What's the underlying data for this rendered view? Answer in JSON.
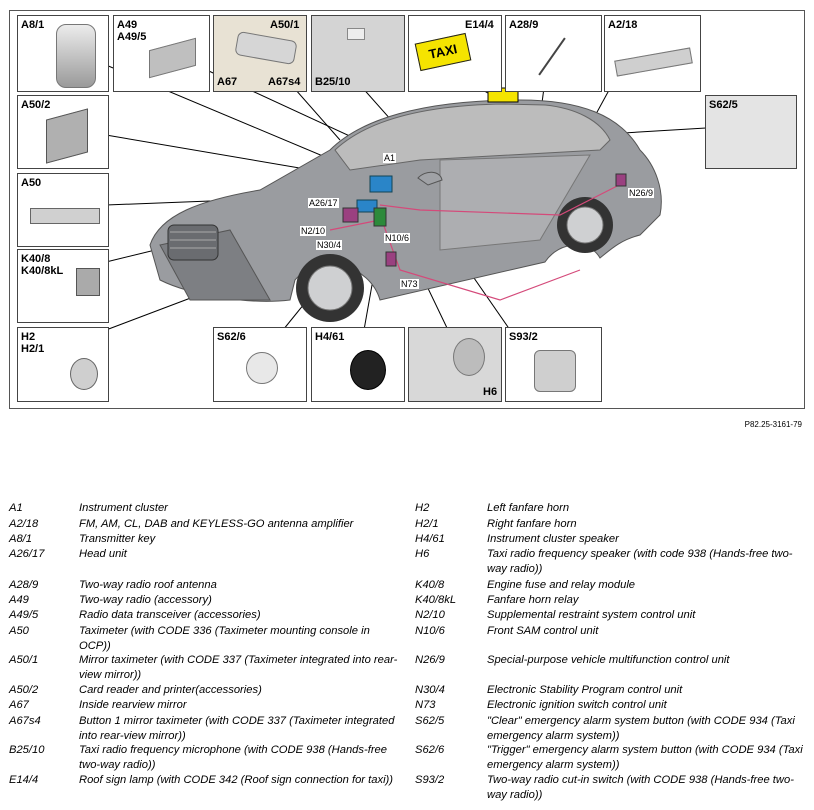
{
  "figure_id": "P82.25-3161-79",
  "box_labels": {
    "a81": "A8/1",
    "a49": "A49\nA49/5",
    "a501_top": "A50/1",
    "a501_a67": "A67",
    "a501_a67s4": "A67s4",
    "b2510": "B25/10",
    "e144": "E14/4",
    "a289": "A28/9",
    "a218": "A2/18",
    "a502": "A50/2",
    "s625": "S62/5",
    "a50": "A50",
    "k408": "K40/8\nK40/8kL",
    "h2": "H2\nH2/1",
    "s626": "S62/6",
    "h461": "H4/61",
    "h6": "H6",
    "s932": "S93/2"
  },
  "sign_text": "TAXI",
  "car_labels": {
    "a1": "A1",
    "a2617": "A26/17",
    "n210": "N2/10",
    "n304": "N30/4",
    "n106": "N10/6",
    "n73": "N73",
    "n269": "N26/9"
  },
  "legend_left": [
    {
      "code": "A1",
      "desc": "Instrument cluster"
    },
    {
      "code": "A2/18",
      "desc": "FM, AM, CL, DAB and KEYLESS-GO antenna amplifier"
    },
    {
      "code": "A8/1",
      "desc": "Transmitter key"
    },
    {
      "code": "A26/17",
      "desc": "Head unit"
    },
    {
      "code": "A28/9",
      "desc": "Two-way radio roof antenna"
    },
    {
      "code": "A49",
      "desc": "Two-way radio (accessory)"
    },
    {
      "code": "A49/5",
      "desc": "Radio data transceiver (accessories)"
    },
    {
      "code": "A50",
      "desc": "Taximeter (with CODE 336 (Taximeter mounting console in OCP))"
    },
    {
      "code": "A50/1",
      "desc": "Mirror taximeter (with CODE 337 (Taximeter integrated into rear-view mirror))"
    },
    {
      "code": "A50/2",
      "desc": "Card reader and printer(accessories)"
    },
    {
      "code": "A67",
      "desc": "Inside rearview mirror"
    },
    {
      "code": "A67s4",
      "desc": "Button 1 mirror taximeter (with CODE 337 (Taximeter integrated into rear-view mirror))"
    },
    {
      "code": "B25/10",
      "desc": "Taxi radio frequency microphone (with CODE 938 (Hands-free two-way radio))"
    },
    {
      "code": "E14/4",
      "desc": "Roof sign lamp (with CODE 342 (Roof sign connection for taxi))"
    }
  ],
  "legend_right": [
    {
      "code": "H2",
      "desc": "Left fanfare horn"
    },
    {
      "code": "H2/1",
      "desc": "Right fanfare horn"
    },
    {
      "code": "H4/61",
      "desc": "Instrument cluster speaker"
    },
    {
      "code": "H6",
      "desc": "Taxi radio frequency speaker (with code 938 (Hands-free two-way radio))"
    },
    {
      "code": "K40/8",
      "desc": "Engine fuse and relay module"
    },
    {
      "code": "K40/8kL",
      "desc": "Fanfare horn relay"
    },
    {
      "code": "N2/10",
      "desc": "Supplemental restraint system control unit"
    },
    {
      "code": "N10/6",
      "desc": "Front SAM control unit"
    },
    {
      "code": "N26/9",
      "desc": "Special-purpose vehicle multifunction control unit"
    },
    {
      "code": "N30/4",
      "desc": "Electronic Stability Program control unit"
    },
    {
      "code": "N73",
      "desc": "Electronic ignition switch control unit"
    },
    {
      "code": "S62/5",
      "desc": "\"Clear\" emergency alarm system button (with CODE 934 (Taxi emergency alarm system))"
    },
    {
      "code": "S62/6",
      "desc": "\"Trigger\" emergency alarm system button (with CODE 934 (Taxi emergency alarm system))"
    },
    {
      "code": "S93/2",
      "desc": "Two-way radio cut-in switch (with CODE 938 (Hands-free two-way radio))"
    }
  ]
}
